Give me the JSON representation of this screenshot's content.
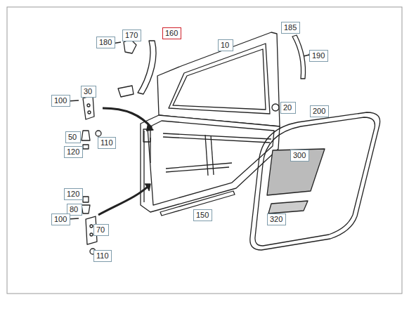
{
  "diagram": {
    "nodes": [
      {
        "text": [
          "180"
        ]
      },
      {
        "text": [
          "170"
        ]
      },
      {
        "text": [
          "160"
        ]
      },
      {
        "text": [
          "10"
        ]
      },
      {
        "text": [
          "185"
        ]
      },
      {
        "text": [
          "190"
        ]
      },
      {
        "text": [
          "30"
        ]
      },
      {
        "text": [
          "100"
        ]
      },
      {
        "text": [
          "20"
        ]
      },
      {
        "text": [
          "200"
        ]
      },
      {
        "text": [
          "50"
        ]
      },
      {
        "text": [
          "110"
        ]
      },
      {
        "text": [
          "120"
        ]
      },
      {
        "text": [
          "300"
        ]
      },
      {
        "text": [
          "120"
        ]
      },
      {
        "text": [
          "80"
        ]
      },
      {
        "text": [
          "100"
        ]
      },
      {
        "text": [
          "150"
        ]
      },
      {
        "text": [
          "70"
        ]
      },
      {
        "text": [
          "320"
        ]
      },
      {
        "text": [
          "110"
        ]
      }
    ]
  }
}
